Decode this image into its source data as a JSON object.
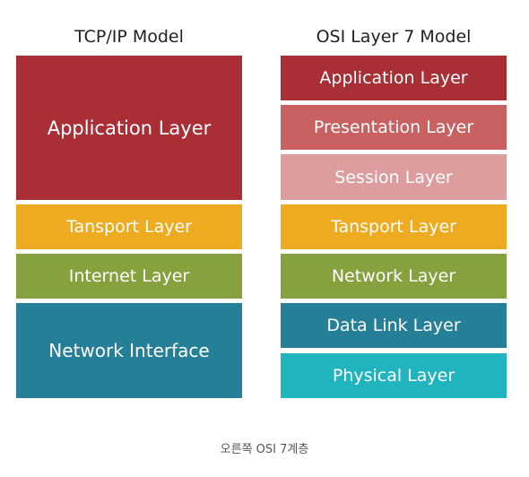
{
  "tcpip": {
    "title": "TCP/IP Model",
    "layers": [
      {
        "label": "Application Layer",
        "color": "#a92e35"
      },
      {
        "label": "Tansport Layer",
        "color": "#eeaa20"
      },
      {
        "label": "Internet Layer",
        "color": "#86a23f"
      },
      {
        "label": "Network Interface",
        "color": "#247f97"
      }
    ]
  },
  "osi": {
    "title": "OSI Layer 7 Model",
    "layers": [
      {
        "label": "Application Layer",
        "color": "#a92e35"
      },
      {
        "label": "Presentation Layer",
        "color": "#c96163"
      },
      {
        "label": "Session Layer",
        "color": "#dd9c9e"
      },
      {
        "label": "Tansport Layer",
        "color": "#eeaa20"
      },
      {
        "label": "Network Layer",
        "color": "#86a23f"
      },
      {
        "label": "Data Link Layer",
        "color": "#247f97"
      },
      {
        "label": "Physical Layer",
        "color": "#20b5be"
      }
    ]
  },
  "caption": "오른쪽 OSI 7계층"
}
